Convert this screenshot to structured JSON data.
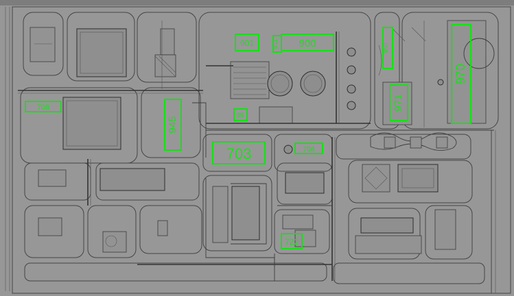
{
  "plan": {
    "accent_color": "#16e016",
    "background_color": "#979797",
    "line_color": "#3d3d3d"
  },
  "labels": {
    "b708a": "708",
    "b901": "901",
    "b911": "911",
    "b900": "900",
    "b950": "950",
    "b970": "970",
    "b971": "971",
    "b945": "945",
    "b95x": "95",
    "b703": "703",
    "b708b": "708",
    "b722": "722"
  }
}
